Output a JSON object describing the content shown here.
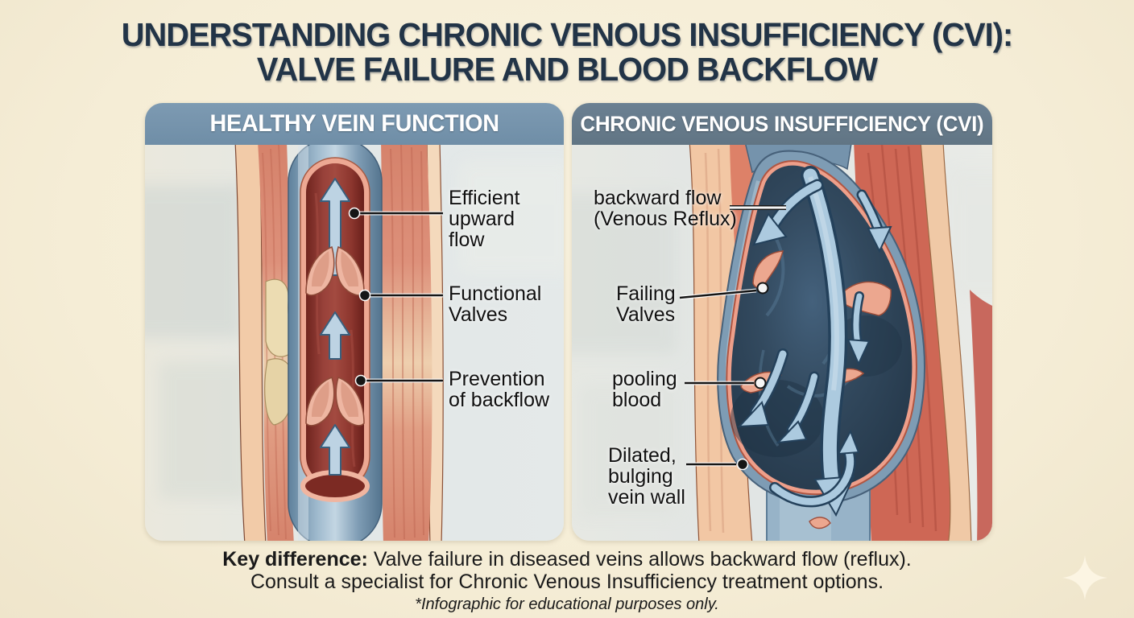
{
  "title": {
    "line1": "UNDERSTANDING CHRONIC VENOUS INSUFFICIENCY (CVI):",
    "line2": "VALVE FAILURE AND BLOOD BACKFLOW"
  },
  "panels": {
    "healthy": {
      "header": "HEALTHY VEIN FUNCTION",
      "labels": [
        {
          "text": "Efficient upward flow",
          "lines": [
            "Efficient",
            "upward",
            "flow"
          ]
        },
        {
          "text": "Functional Valves",
          "lines": [
            "Functional",
            "Valves"
          ]
        },
        {
          "text": "Prevention of backflow",
          "lines": [
            "Prevention",
            "of backflow"
          ]
        }
      ]
    },
    "cvi": {
      "header": "CHRONIC VENOUS INSUFFICIENCY (CVI)",
      "labels": [
        {
          "text": "backward flow (Venous Reflux)",
          "lines": [
            "backward flow",
            "(Venous Reflux)"
          ]
        },
        {
          "text": "Failing Valves",
          "lines": [
            "Failing",
            "Valves"
          ]
        },
        {
          "text": "pooling blood",
          "lines": [
            "pooling",
            "blood"
          ]
        },
        {
          "text": "Dilated, bulging vein wall",
          "lines": [
            "Dilated,",
            "bulging",
            "vein wall"
          ]
        }
      ]
    }
  },
  "footer": {
    "key_label": "Key difference:",
    "key_text": "Valve failure in diseased veins allows backward flow (reflux).",
    "line2": "Consult a specialist for Chronic Venous Insufficiency treatment options.",
    "line3": "*Infographic for educational purposes only."
  },
  "icons": {
    "sparkle": "four-pointed-star-watermark"
  },
  "colors": {
    "page_bg": "#f6eed8",
    "title": "#223447",
    "healthy_header_bg": "#7593ac",
    "cvi_header_bg": "#657a8b",
    "header_text": "#ffffff",
    "healthy_vein_blue": "#8aa6bf",
    "vein_interior_red": "#8f352c",
    "cvi_vein_navy": "#2d4257",
    "valve_pink": "#edb09c",
    "flow_arrow_blue": "#b4cede",
    "muscle_salmon": "#d98a74",
    "bone_cream": "#ecdcb2",
    "callout_line": "#1b1b1b",
    "label_text": "#101010"
  }
}
